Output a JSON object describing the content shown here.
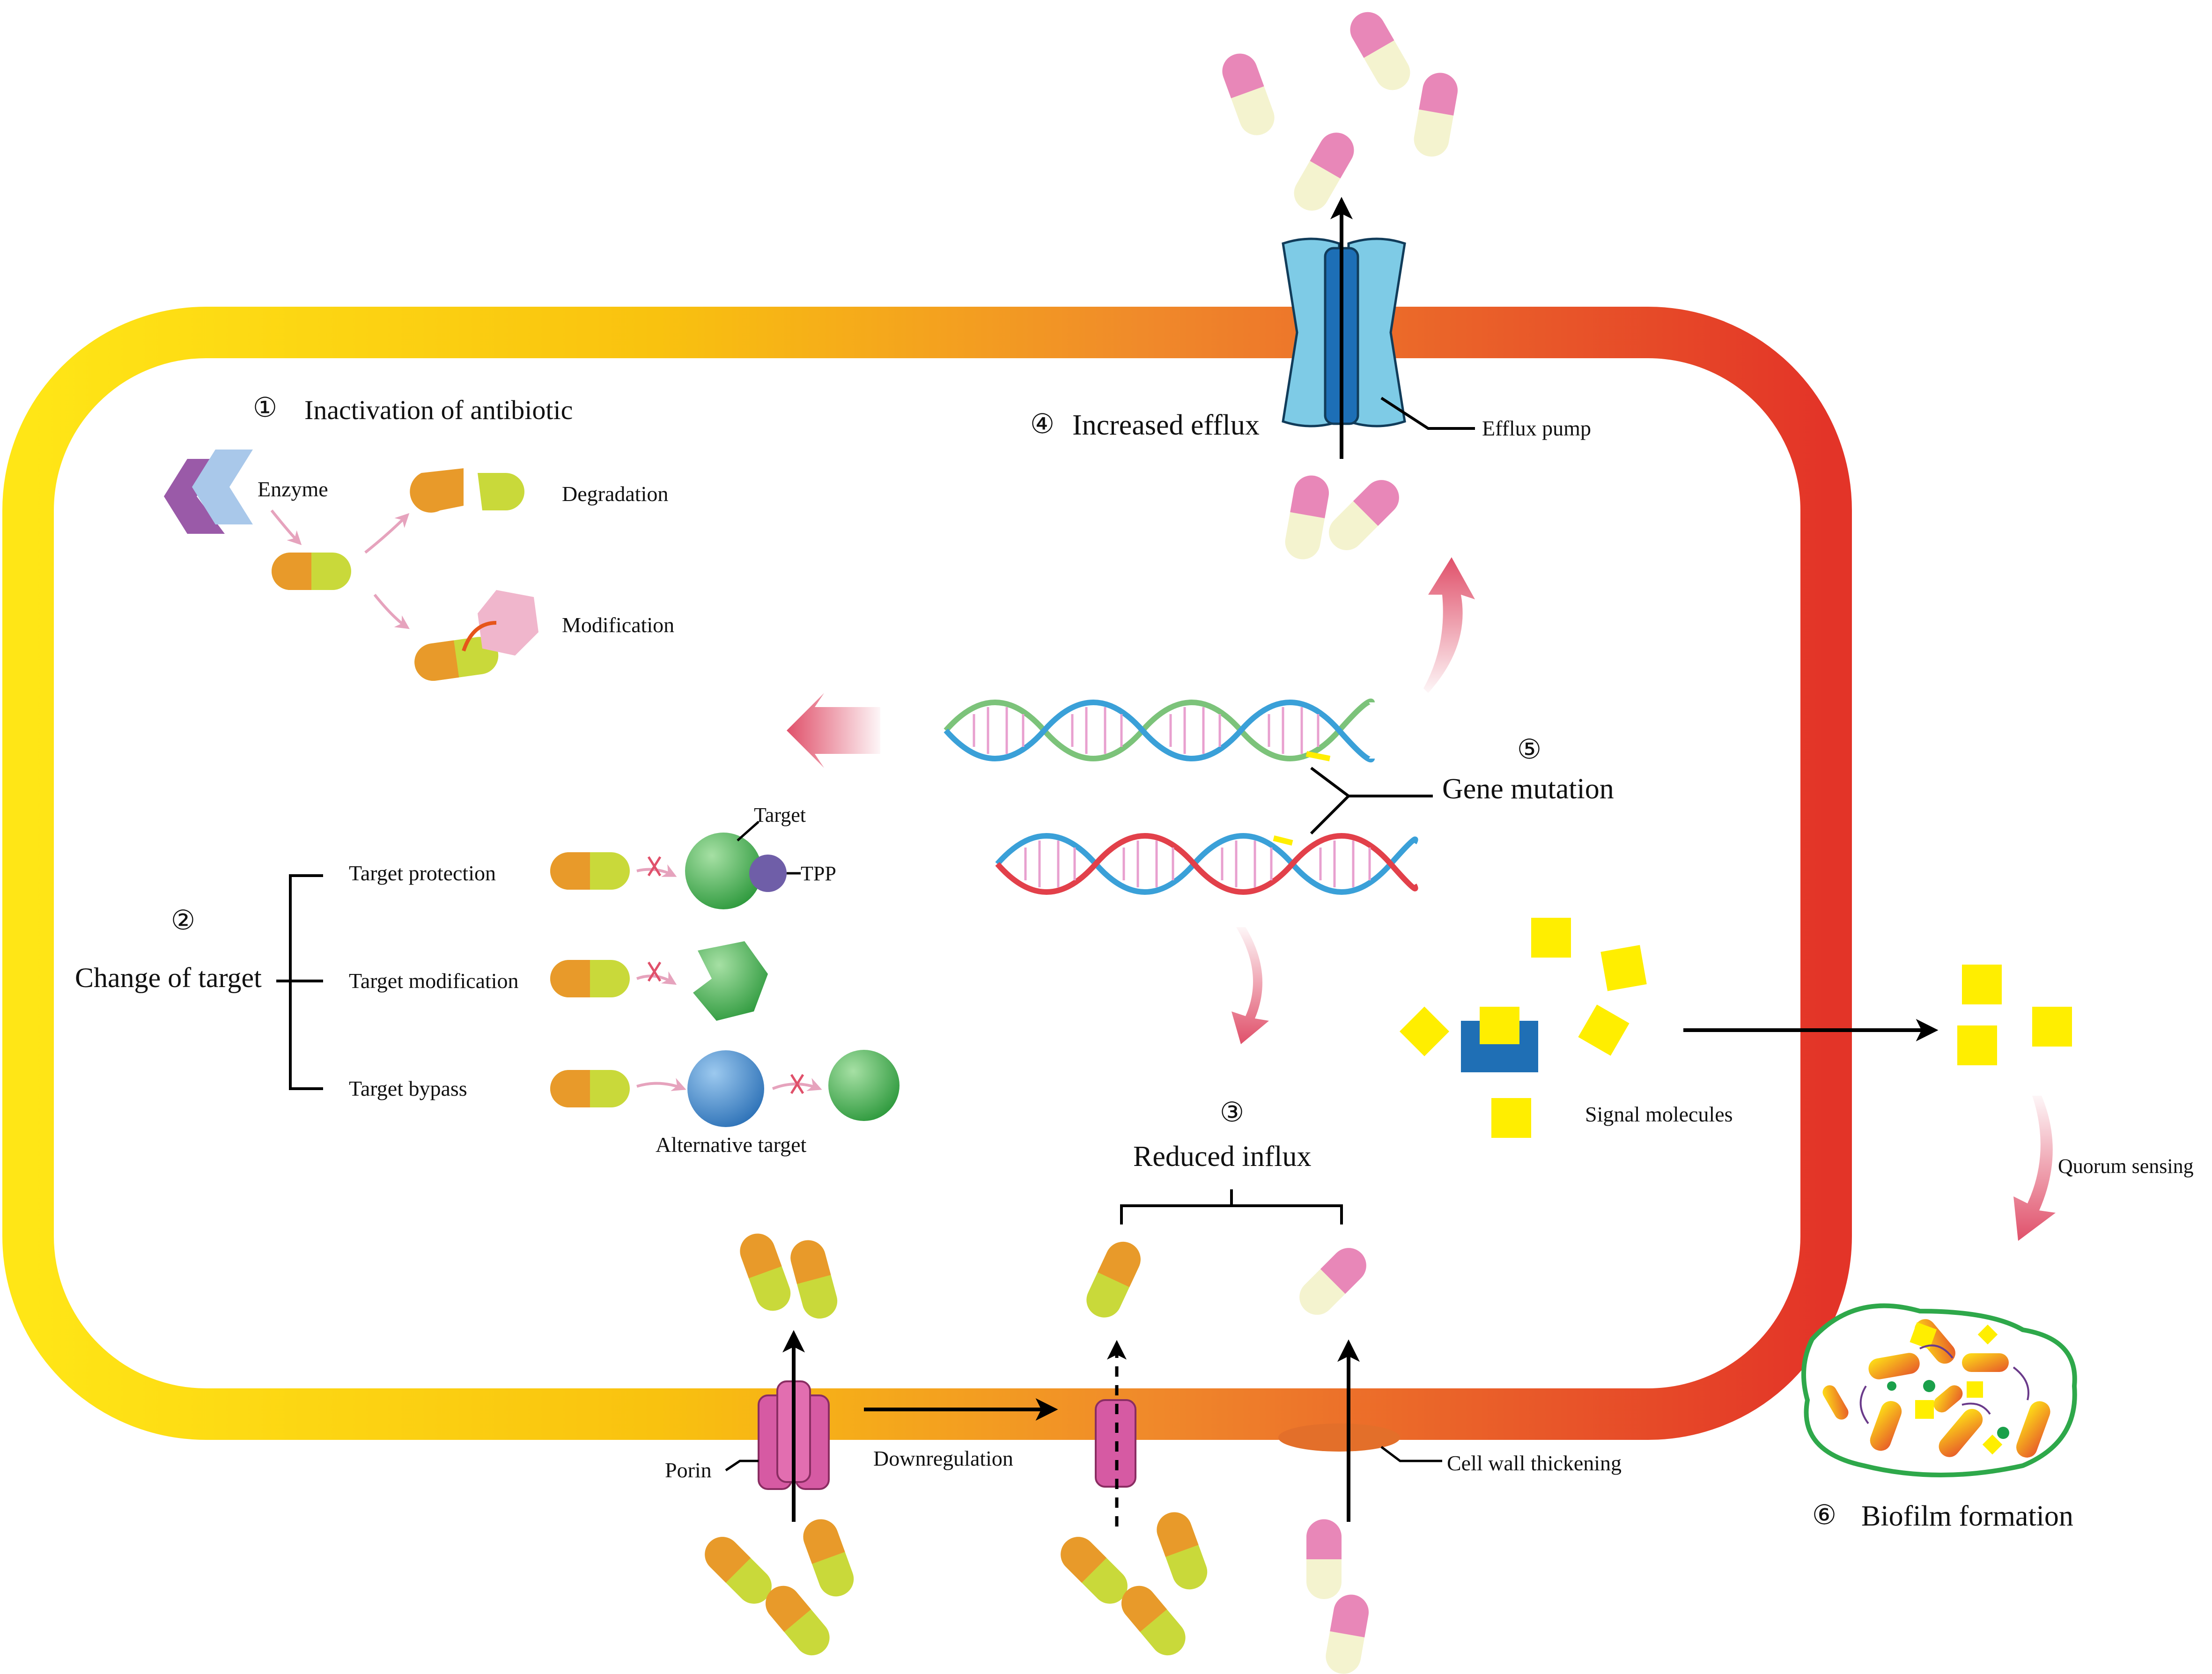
{
  "labels": {
    "inactivation_num": "①",
    "inactivation_title": "Inactivation of  antibiotic",
    "enzyme": "Enzyme",
    "degradation": "Degradation",
    "modification": "Modification",
    "change_num": "②",
    "change_title": "Change of target",
    "target_protection": "Target protection",
    "target_modification": "Target modification",
    "target_bypass": "Target bypass",
    "target": "Target",
    "tpp": "TPP",
    "alternative_target": "Alternative target",
    "reduced_num": "③",
    "reduced_title": "Reduced influx",
    "efflux_num": "④",
    "efflux_title": "Increased efflux",
    "efflux_pump": "Efflux pump",
    "mutation_num": "⑤",
    "mutation_title": "Gene mutation",
    "signal_molecules": "Signal molecules",
    "quorum_sensing": "Quorum sensing",
    "biofilm_num": "⑥",
    "biofilm_title": "Biofilm formation",
    "porin": "Porin",
    "downregulation": "Downregulation",
    "cell_wall_thickening": "Cell wall thickening"
  },
  "colors": {
    "membrane_start": "#ffe616",
    "membrane_mid": "#f9b30f",
    "membrane_end": "#e63a2a",
    "capsule_orange": "#e89a2a",
    "capsule_lime": "#c9d93a",
    "capsule_pink": "#e887b8",
    "capsule_cream": "#f4f3cf",
    "efflux_pump": "#7ecbe6",
    "efflux_core": "#1d6fb6",
    "porin": "#d65aa3",
    "dna_green": "#7cc37a",
    "dna_blue": "#3aa0d8",
    "dna_red": "#e2404a",
    "signal_yellow": "#ffee00",
    "receptor_blue": "#1f6fb5",
    "arrow_pink": "#e0506a",
    "target_green": "#3fa94a",
    "alt_target_blue": "#3a86c8",
    "tpp_purple": "#6f5ea8",
    "enzyme_purple": "#9a5aa8",
    "enzyme_blue": "#a9c8ea",
    "biofilm_border": "#2ea84a"
  }
}
